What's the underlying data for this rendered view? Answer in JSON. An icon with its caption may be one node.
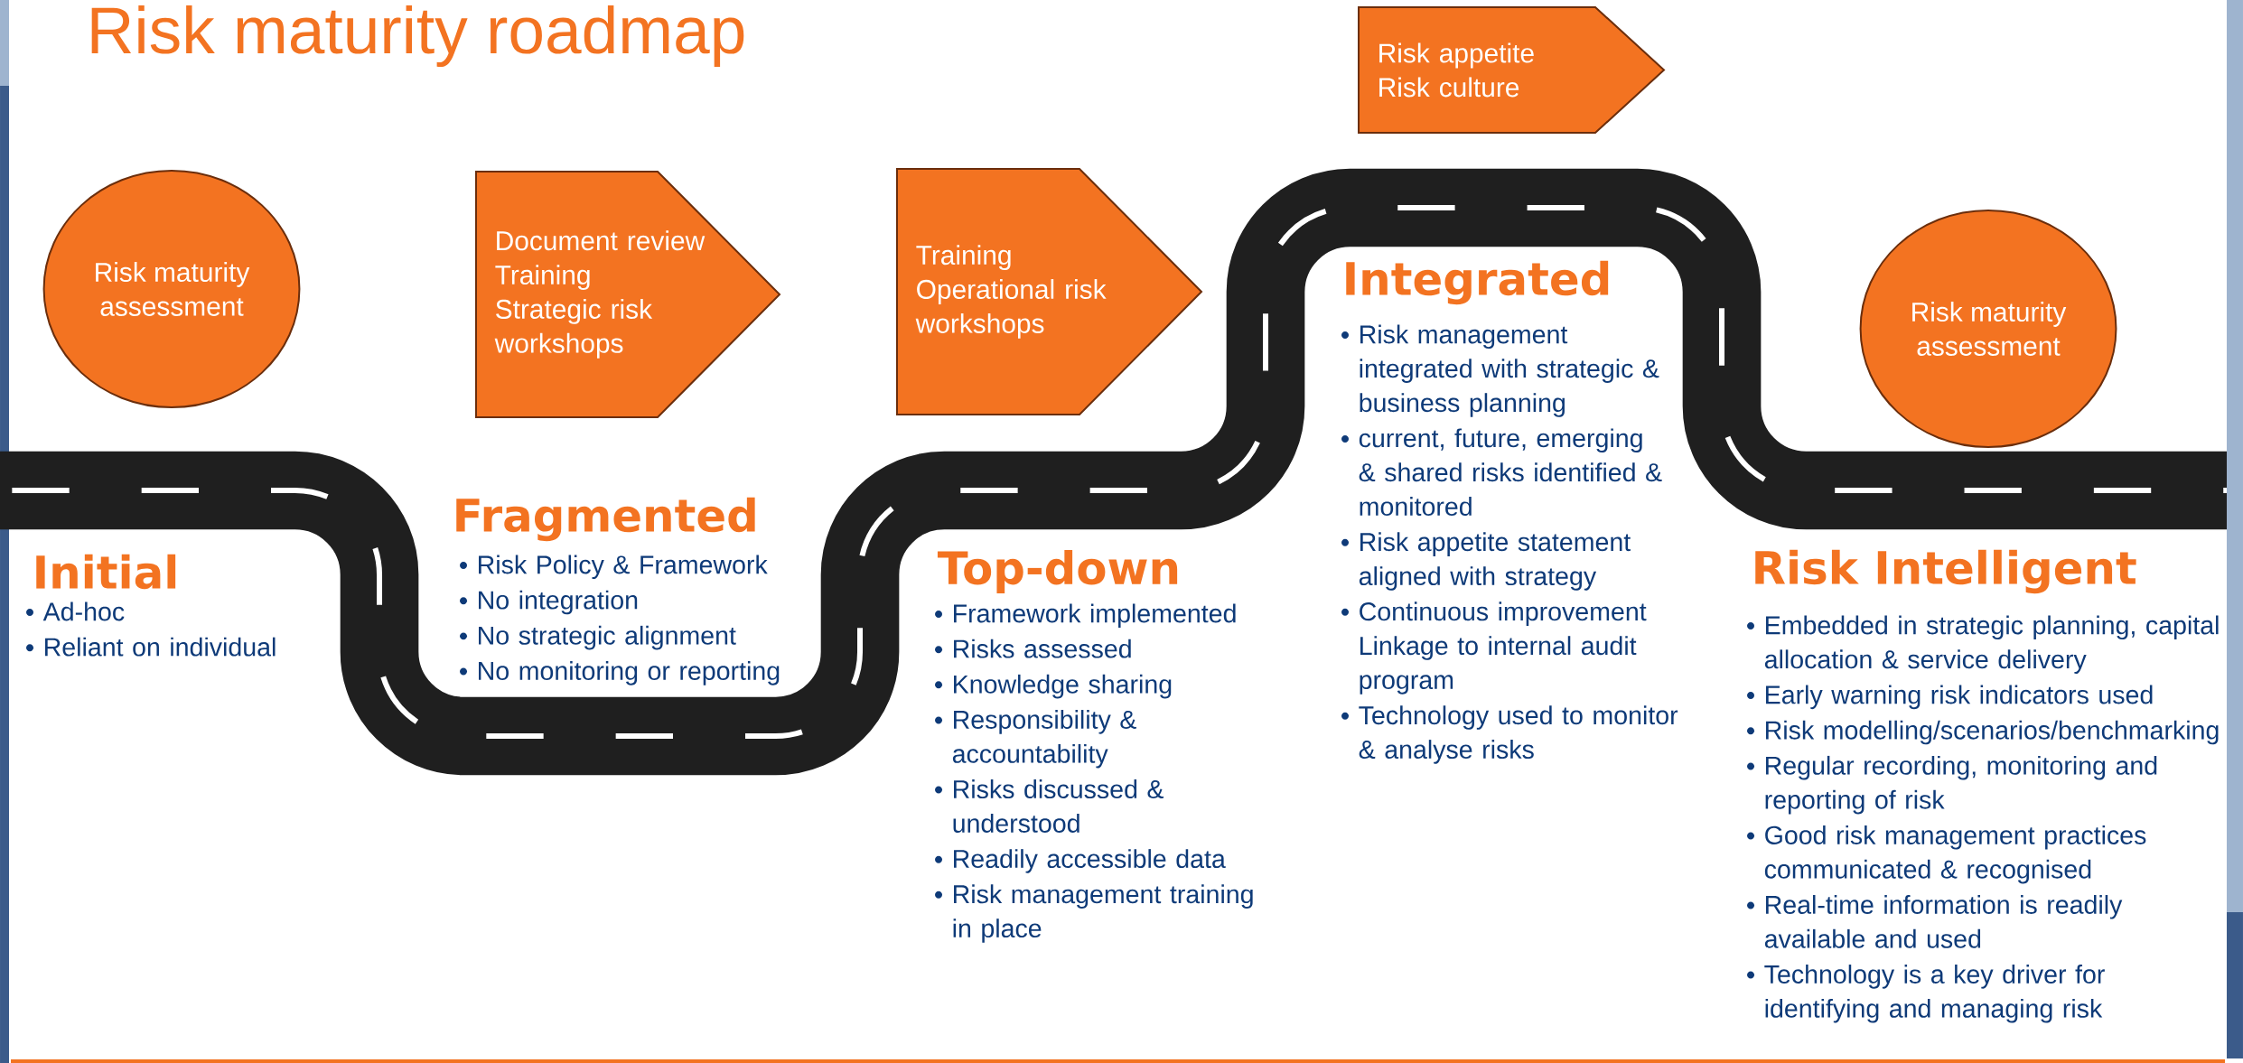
{
  "diagram": {
    "title": "Risk maturity roadmap",
    "nodes": [
      {
        "text": [
          "Risk maturity assessment"
        ]
      },
      {
        "text": [
          "Document review",
          "Training",
          "Strategic risk workshops"
        ]
      },
      {
        "text": [
          "Training",
          "Operational risk workshops"
        ]
      },
      {
        "text": [
          "Risk appetite",
          "Risk culture"
        ]
      },
      {
        "text": [
          "Risk maturity assessment"
        ]
      }
    ],
    "labels": [
      "Initial",
      "Ad-hoc",
      "Reliant on individual",
      "Fragmented",
      "Risk Policy & Framework",
      "No integration",
      "No strategic alignment",
      "No monitoring or reporting",
      "Top-down",
      "Framework implemented",
      "Risks assessed",
      "Knowledge sharing",
      "Responsibility & accountability",
      "Risks discussed & understood",
      "Readily accessible data",
      "Risk management training in place",
      "Integrated",
      "Risk management integrated with strategic & business planning",
      "current, future, emerging & shared risks identified & monitored",
      "Risk appetite statement aligned with strategy",
      "Continuous improvement Linkage to internal audit program",
      "Technology used to monitor & analyse risks",
      "Risk Intelligent",
      "Embedded in strategic planning, capital allocation & service delivery",
      "Early warning risk indicators used",
      "Risk modelling/scenarios/benchmarking",
      "Regular recording, monitoring and reporting of risk",
      "Good risk management practices communicated & recognised",
      "Real-time information is readily available and used",
      "Technology is a key driver for identifying and managing risk"
    ]
  }
}
